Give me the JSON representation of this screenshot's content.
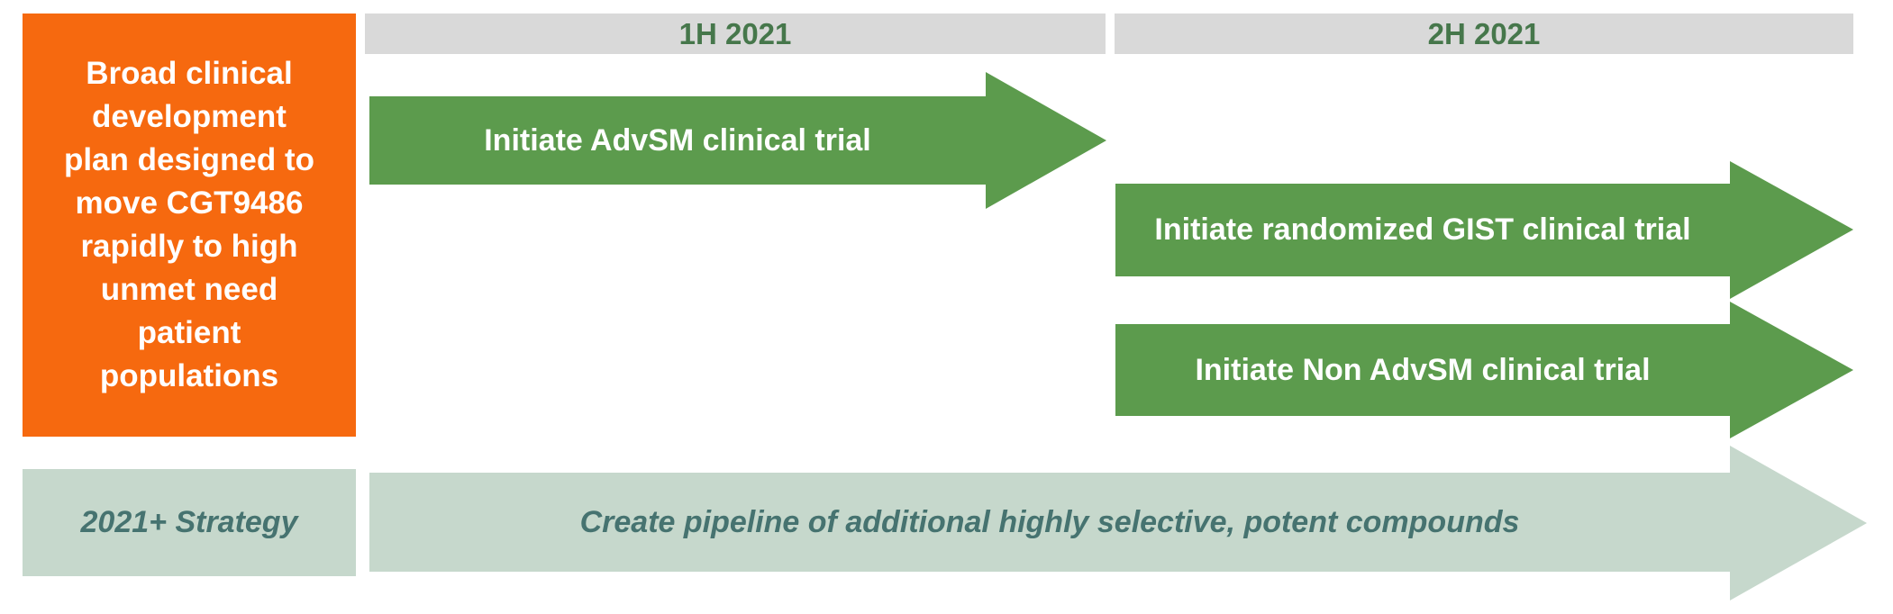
{
  "title_box": {
    "text": "Broad clinical development plan designed to move CGT9486 rapidly to high unmet need patient populations",
    "lines": [
      "Broad clinical",
      "development",
      "plan designed to",
      "move CGT9486",
      "rapidly to high",
      "unmet need",
      "patient",
      "populations"
    ]
  },
  "timeline": {
    "headers": [
      {
        "label": "1H 2021"
      },
      {
        "label": "2H 2021"
      }
    ]
  },
  "milestones": [
    {
      "label": "Initiate AdvSM clinical trial",
      "period": "1H 2021"
    },
    {
      "label": "Initiate randomized GIST clinical trial",
      "period": "2H 2021"
    },
    {
      "label": "Initiate Non AdvSM clinical trial",
      "period": "2H 2021"
    }
  ],
  "strategy": {
    "label": "2021+ Strategy",
    "text": "Create pipeline of additional highly selective, potent compounds"
  },
  "colors": {
    "orange": "#F6690F",
    "green": "#5C9B4D",
    "sage": "#C6D8CC",
    "bar_gray": "#D9D9D9",
    "header_green": "#46774B",
    "strategy_text": "#467370",
    "white": "#FFFFFF"
  }
}
